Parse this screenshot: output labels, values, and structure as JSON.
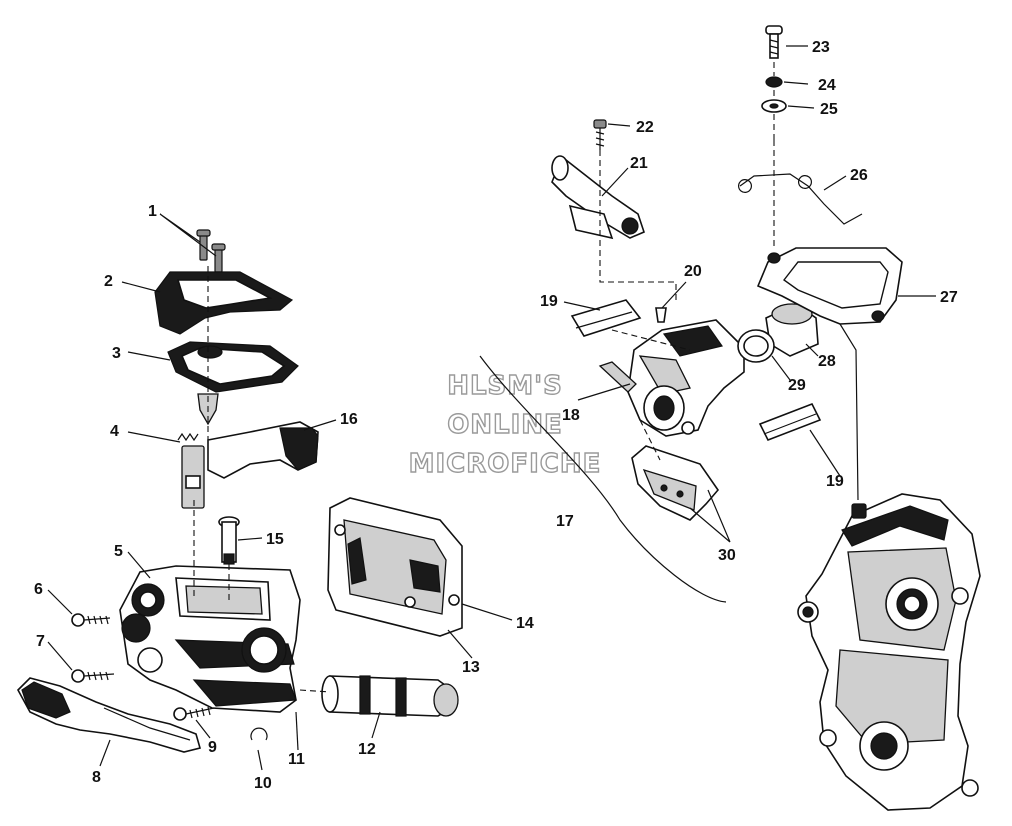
{
  "watermark": {
    "line1": "HLSM'S",
    "line2": "ONLINE",
    "line3": "MICROFICHE"
  },
  "callouts": {
    "c1": "1",
    "c2": "2",
    "c3": "3",
    "c4": "4",
    "c5": "5",
    "c6": "6",
    "c7": "7",
    "c8": "8",
    "c9": "9",
    "c10": "10",
    "c11": "11",
    "c12": "12",
    "c13": "13",
    "c14": "14",
    "c15": "15",
    "c16": "16",
    "c17": "17",
    "c18": "18",
    "c19a": "19",
    "c19b": "19",
    "c20": "20",
    "c21": "21",
    "c22": "22",
    "c23": "23",
    "c24": "24",
    "c25": "25",
    "c26": "26",
    "c27": "27",
    "c28": "28",
    "c29": "29",
    "c30": "30"
  },
  "colors": {
    "line": "#111111",
    "background": "#ffffff",
    "watermark_outline": "#9a9a9a"
  }
}
